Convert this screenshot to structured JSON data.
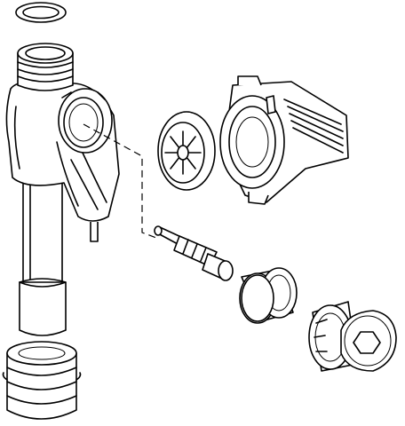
{
  "diagram": {
    "kind": "exploded-view-line-drawing",
    "colors": {
      "line": "#000000",
      "background": "#ffffff"
    },
    "parts": [
      "top-seal-ring",
      "valve-body",
      "bottom-bellows-seal",
      "float-disc",
      "valve-housing-cage",
      "valve-pin",
      "sleeve-nut",
      "adjuster-cap",
      "oval-washer"
    ]
  }
}
